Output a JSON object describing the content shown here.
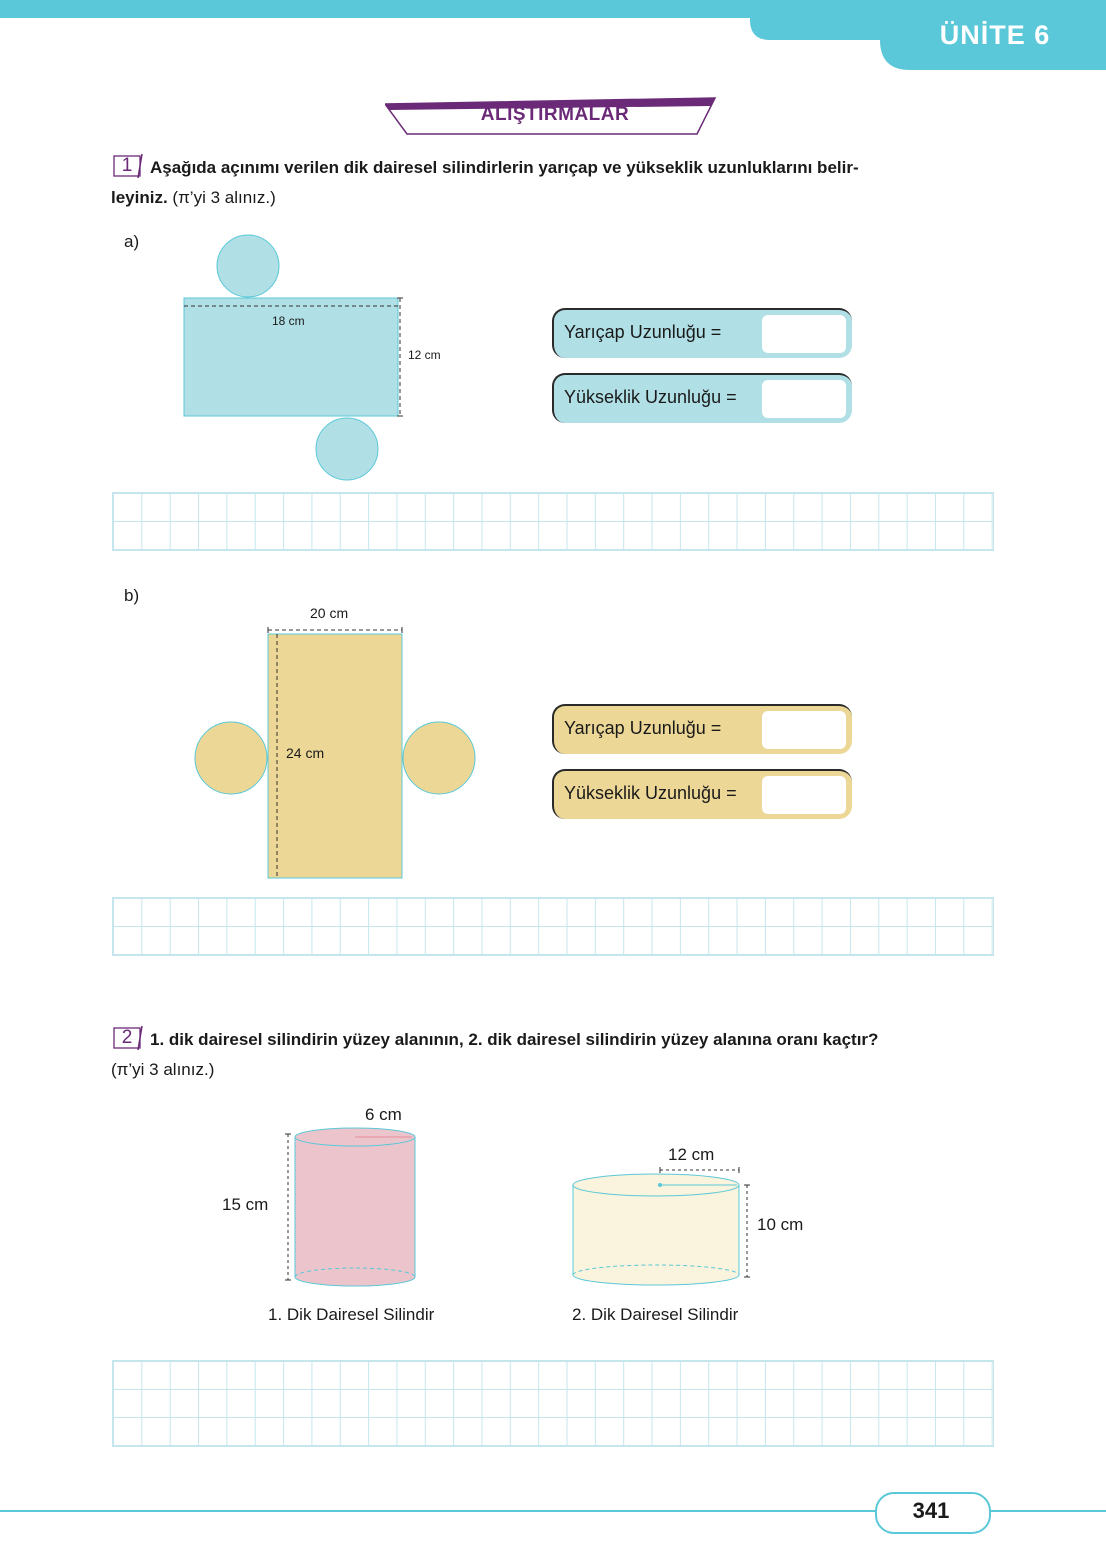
{
  "header": {
    "unit_label": "ÜNİTE 6"
  },
  "section_title": "ALIŞTIRMALAR",
  "q1": {
    "number": "1",
    "text_bold": "Aşağıda açınımı verilen dik dairesel silindirlerin yarıçap ve yükseklik uzunluklarını belir-",
    "text_bold_2": "leyiniz.",
    "text_normal": "(π’yi 3 alınız.)",
    "part_a": {
      "label": "a)",
      "width_label": "18 cm",
      "height_label": "12 cm",
      "radius_label": "Yarıçap Uzunluğu =",
      "height_field_label": "Yükseklik Uzunluğu ="
    },
    "part_b": {
      "label": "b)",
      "width_label": "20 cm",
      "height_label": "24 cm",
      "radius_label": "Yarıçap Uzunluğu =",
      "height_field_label": "Yükseklik Uzunluğu ="
    }
  },
  "q2": {
    "number": "2",
    "text_bold": "1. dik dairesel silindirin yüzey alanının, 2. dik dairesel silindirin yüzey alanına oranı kaçtır?",
    "text_normal": "(π’yi 3 alınız.)",
    "cyl1": {
      "radius_label": "6 cm",
      "height_label": "15 cm",
      "caption": "1. Dik Dairesel Silindir"
    },
    "cyl2": {
      "diameter_label": "12 cm",
      "height_label": "10 cm",
      "caption": "2. Dik Dairesel Silindir"
    }
  },
  "footer": {
    "page_number": "341"
  },
  "colors": {
    "accent": "#5ac8d8",
    "title": "#6b2a78",
    "net_a": "#b0e0e6",
    "net_b": "#ecd797",
    "cyl1": "#ecc5cc",
    "cyl2": "#faf3dd"
  }
}
